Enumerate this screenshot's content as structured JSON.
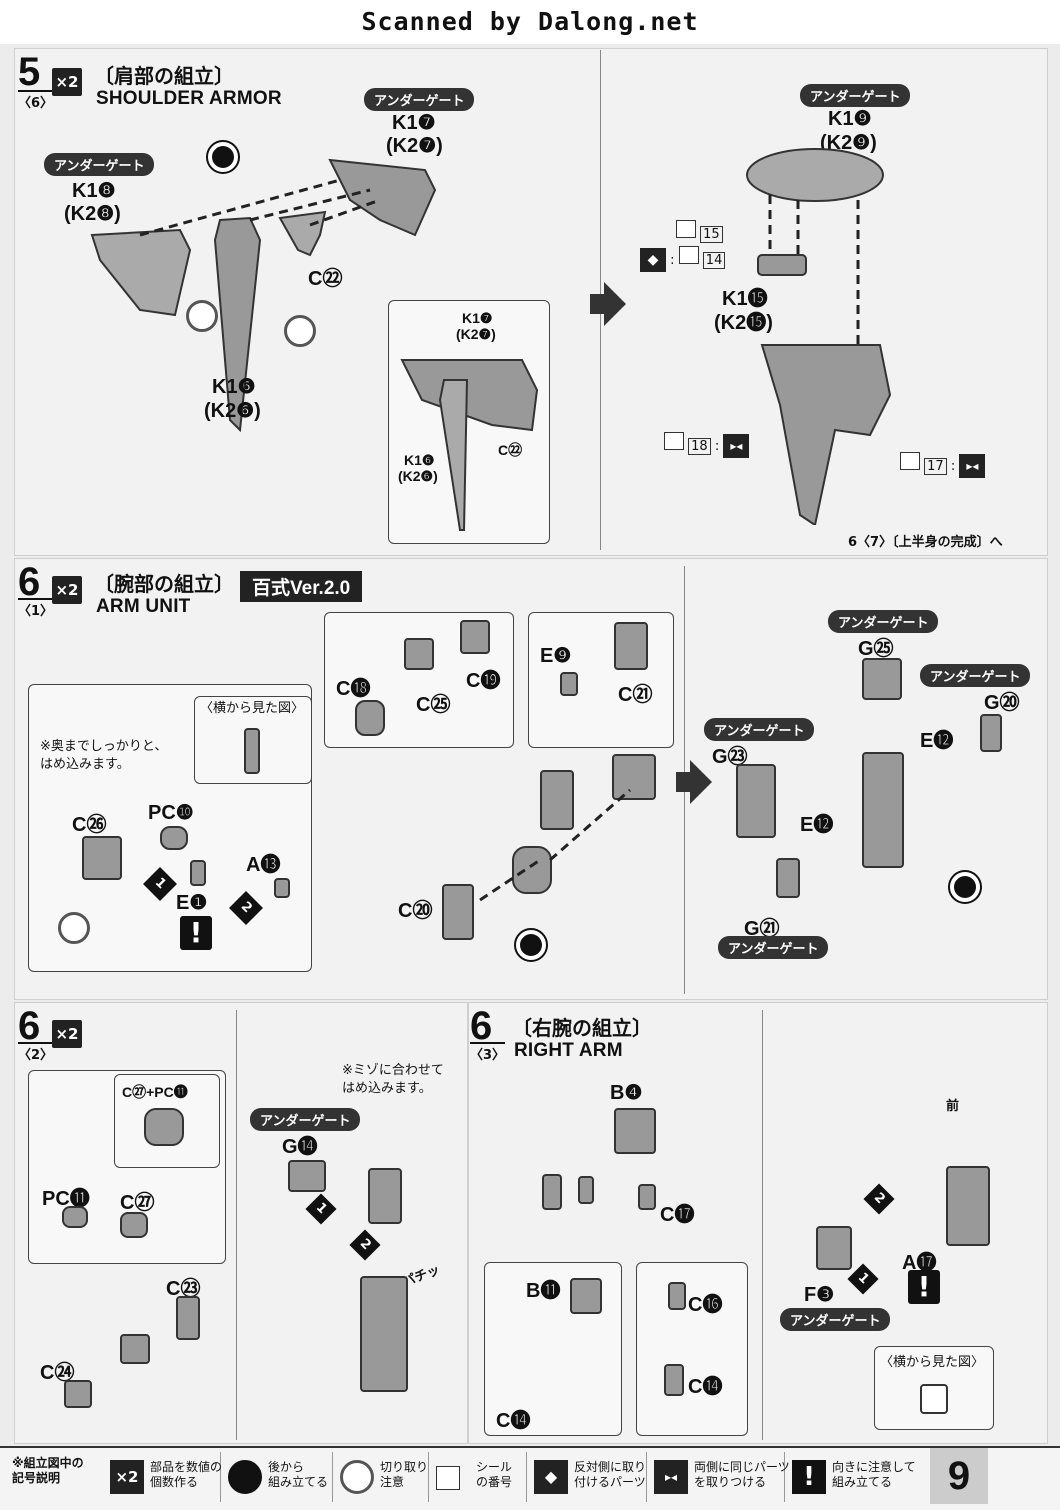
{
  "scan_banner": "Scanned by Dalong.net",
  "page_number": "9",
  "step5": {
    "num": "5",
    "sub": "〈6〉",
    "mult": "×2",
    "title_jp": "〔肩部の組立〕",
    "title_en": "SHOULDER ARMOR",
    "undergate": "アンダーゲート",
    "labels": {
      "k1_8": "K1❽",
      "k2_8": "(K2❽)",
      "k1_7": "K1❼",
      "k2_7": "(K2❼)",
      "c22": "C㉒",
      "k1_6": "K1❻",
      "k2_6": "(K2❻)",
      "sub_k1_7": "K1❼",
      "sub_k2_7": "(K2❼)",
      "sub_k1_6": "K1❻",
      "sub_k2_6": "(K2❻)",
      "sub_c22": "C㉒",
      "k1_9": "K1❾",
      "k2_9": "(K2❾)",
      "k1_15": "K1⓯",
      "k2_15": "(K2⓯)",
      "seal15": "15",
      "seal14": "14",
      "seal18": "18",
      "seal17": "17"
    },
    "next_ref": "6〈7〉〔上半身の完成〕へ"
  },
  "step6_1": {
    "num": "6",
    "sub": "〈1〉",
    "mult": "×2",
    "title_jp": "〔腕部の組立〕",
    "title_en": "ARM UNIT",
    "version": "百式Ver.2.0",
    "undergate": "アンダーゲート",
    "side_view": "〈横から見た図〉",
    "note": "※奥までしっかりと、\nはめ込みます。",
    "labels": {
      "c18": "C⓲",
      "c25": "C㉕",
      "c19": "C⓳",
      "e9": "E❾",
      "c21": "C㉑",
      "c26": "C㉖",
      "pc10": "PC❿",
      "a13": "A⓭",
      "e1": "E❶",
      "c20": "C⑳",
      "g25": "G㉕",
      "g20": "G⑳",
      "g23": "G㉓",
      "e12a": "E⓬",
      "e12b": "E⓬",
      "g21": "G㉑",
      "step1": "1",
      "step2": "2"
    }
  },
  "step6_2": {
    "num": "6",
    "sub": "〈2〉",
    "mult": "×2",
    "undergate": "アンダーゲート",
    "note": "※ミゾに合わせて\nはめ込みます。",
    "snap": "パチッ",
    "labels": {
      "c27pc11": "C㉗+PC⓫",
      "pc11": "PC⓫",
      "c27": "C㉗",
      "c23": "C㉓",
      "c24": "C㉔",
      "g14": "G⓮",
      "step1": "1",
      "step2": "2"
    }
  },
  "step6_3": {
    "num": "6",
    "sub": "〈3〉",
    "title_jp": "〔右腕の組立〕",
    "title_en": "RIGHT ARM",
    "undergate": "アンダーゲート",
    "side_view": "〈横から見た図〉",
    "front": "前",
    "labels": {
      "b4": "B❹",
      "c17": "C⓱",
      "b11": "B⓫",
      "c16": "C⓰",
      "c14a": "C⓮",
      "c14b": "C⓮",
      "f3": "F❸",
      "a17": "A⓱",
      "step1": "1",
      "step2": "2"
    }
  },
  "footer": {
    "legend_title": "※組立図中の\n記号説明",
    "items": [
      {
        "icon": "x2-icon",
        "text": "部品を数値の\n個数作る"
      },
      {
        "icon": "back-assemble-icon",
        "text": "後から\n組み立てる"
      },
      {
        "icon": "cut-icon",
        "text": "切り取り\n注意"
      },
      {
        "icon": "seal-icon",
        "text": "シール\nの番号"
      },
      {
        "icon": "mirror-icon",
        "text": "反対側に取り\n付けるパーツ"
      },
      {
        "icon": "both-sides-icon",
        "text": "両側に同じパーツ\nを取りつける"
      },
      {
        "icon": "caution-icon",
        "text": "向きに注意して\n組み立てる"
      }
    ]
  }
}
